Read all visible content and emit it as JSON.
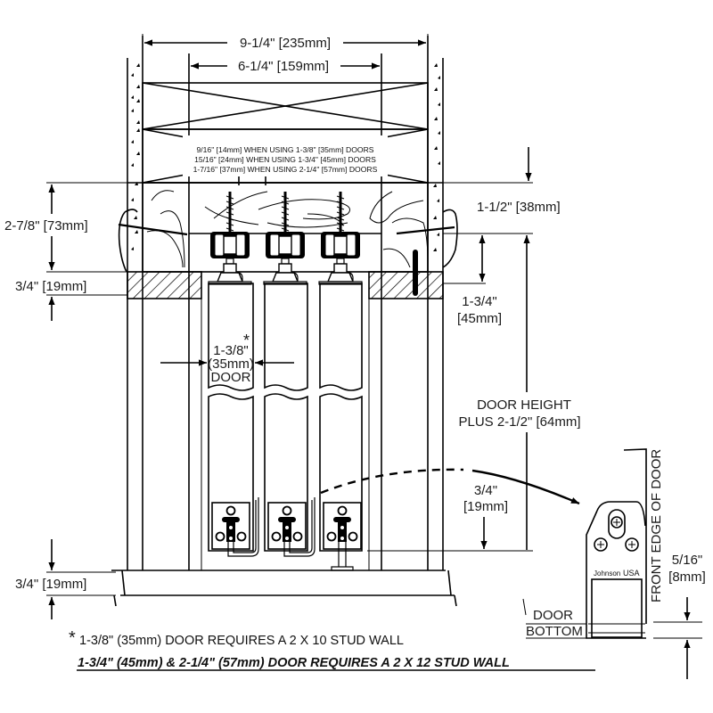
{
  "diagram": {
    "title": "Pocket door track and hardware section detail",
    "colors": {
      "line": "#000000",
      "text": "#1a1a1a",
      "background": "#ffffff"
    },
    "dimensions": {
      "overall_width": "9-1/4\" [235mm]",
      "inner_width": "6-1/4\" [159mm]",
      "header_height": "2-7/8\" [73mm]",
      "trim_top": "3/4\" [19mm]",
      "track_offset": "1-1/2\" [38mm]",
      "hanger_drop_line1": "1-3/4\"",
      "hanger_drop_line2": "[45mm]",
      "door_thickness_line1": "1-3/8\"",
      "door_thickness_line2": "(35mm)",
      "door_thickness_line3": "DOOR",
      "door_thickness_asterisk": "*",
      "door_height_line1": "DOOR HEIGHT",
      "door_height_line2": "PLUS 2-1/2\" [64mm]",
      "guide_gap_line1": "3/4\"",
      "guide_gap_line2": "[19mm]",
      "floor_trim": "3/4\" [19mm]",
      "guide_clearance_line1": "5/16\"",
      "guide_clearance_line2": "[8mm]"
    },
    "offset_notes": [
      "9/16\" [14mm] WHEN USING 1-3/8\" [35mm] DOORS",
      "15/16\" [24mm] WHEN USING 1-3/4\" [45mm] DOORS",
      "1-7/16\" [37mm] WHEN USING 2-1/4\" [57mm] DOORS"
    ],
    "detail_labels": {
      "front_edge": "FRONT EDGE OF DOOR",
      "door_bottom_line1": "DOOR",
      "door_bottom_line2": "BOTTOM",
      "brand_left": "Johnson",
      "brand_right": "USA"
    },
    "footnotes": {
      "asterisk": "*",
      "note1": "1-3/8\" (35mm) DOOR REQUIRES A 2 X 10 STUD WALL",
      "note2": "1-3/4\" (45mm) & 2-1/4\" (57mm) DOOR REQUIRES A 2 X 12 STUD WALL"
    },
    "components": {
      "doors": [
        {
          "label": "door-1-3-8"
        },
        {
          "label": "door-1-3-4"
        },
        {
          "label": "door-2-1-4"
        }
      ],
      "hangers_count": 3,
      "floor_guides_count": 3
    }
  }
}
